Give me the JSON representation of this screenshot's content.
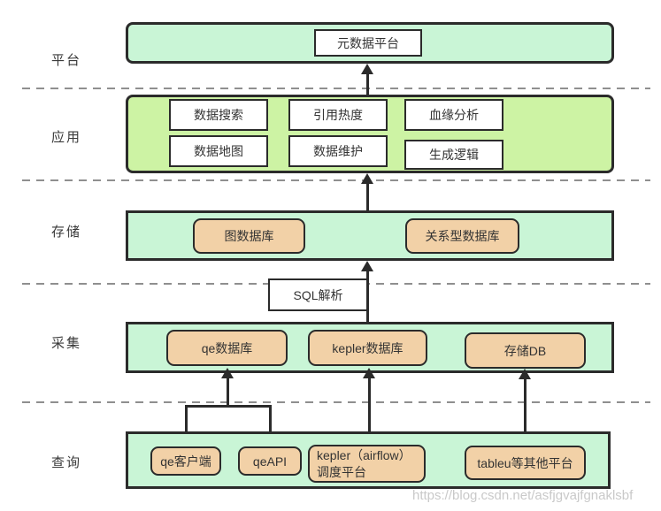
{
  "row_labels": [
    "平台",
    "应用",
    "存储",
    "采集",
    "查询"
  ],
  "layers": {
    "platform": {
      "label": "平台",
      "box": "元数据平台"
    },
    "application": {
      "label": "应用",
      "items": [
        "数据搜索",
        "引用热度",
        "血缘分析",
        "数据地图",
        "数据维护",
        "生成逻辑"
      ]
    },
    "storage": {
      "label": "存储",
      "items": [
        "图数据库",
        "关系型数据库"
      ]
    },
    "collection": {
      "label": "采集",
      "parser": "SQL解析",
      "items": [
        "qe数据库",
        "kepler数据库",
        "存储DB"
      ]
    },
    "query": {
      "label": "查询",
      "items": [
        "qe客户端",
        "qeAPI",
        "kepler（airflow）调度平台",
        "tableu等其他平台"
      ]
    }
  },
  "connections": [
    {
      "from": "应用",
      "to": "平台"
    },
    {
      "from": "存储",
      "to": "应用"
    },
    {
      "from": "kepler数据库",
      "to": "存储",
      "via": "SQL解析"
    },
    {
      "from": "qe客户端",
      "to": "qe数据库"
    },
    {
      "from": "qeAPI",
      "to": "qe数据库"
    },
    {
      "from": "kepler（airflow）调度平台",
      "to": "kepler数据库"
    },
    {
      "from": "tableu等其他平台",
      "to": "存储DB"
    }
  ],
  "colors": {
    "mint": "#c9f5d6",
    "application_green": "#cdf3a4",
    "node_tan": "#f2d1a7",
    "line_ink": "#2b2b2b",
    "dash_gray": "#8f8f8f"
  },
  "watermark": "https://blog.csdn.net/asfjgvajfgnaklsbf"
}
